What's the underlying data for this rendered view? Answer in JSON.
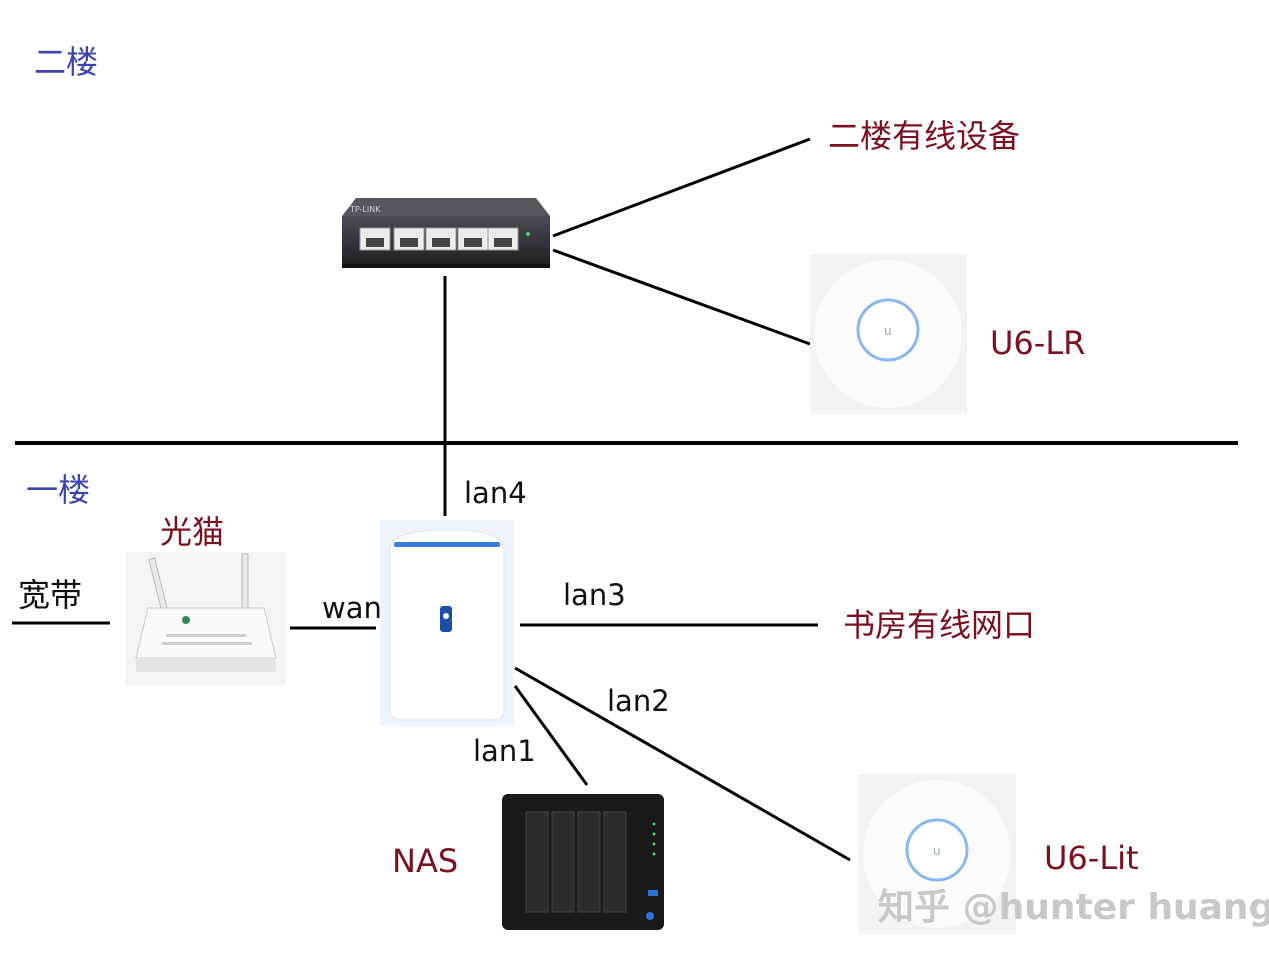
{
  "floors": {
    "second": "二楼",
    "first": "一楼"
  },
  "devices": {
    "second_floor_wired": "二楼有线设备",
    "u6_lr": "U6-LR",
    "modem": "光猫",
    "broadband": "宽带",
    "study_port": "书房有线网口",
    "nas": "NAS",
    "u6_lite": "U6-Lit"
  },
  "ports": {
    "wan": "wan",
    "lan1": "lan1",
    "lan2": "lan2",
    "lan3": "lan3",
    "lan4": "lan4"
  },
  "watermark": {
    "site": "知乎",
    "user": "@hunter huang"
  },
  "colors": {
    "floor_label": "#3b44b0",
    "device_label": "#7a1020",
    "router_accent": "#3a7be0",
    "ap_ring": "#8ab8f0"
  }
}
